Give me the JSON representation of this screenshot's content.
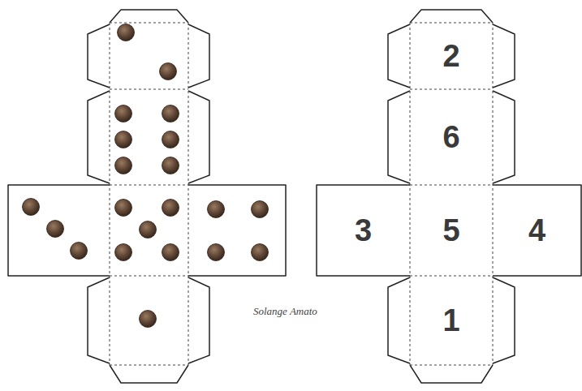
{
  "diagram": {
    "nodes": [
      {
        "text": [
          "2"
        ]
      },
      {
        "text": [
          "6"
        ]
      },
      {
        "text": [
          "3"
        ]
      },
      {
        "text": [
          "5"
        ]
      },
      {
        "text": [
          "4"
        ]
      },
      {
        "text": [
          "1"
        ]
      }
    ],
    "labels": [
      "Solange Amato"
    ]
  }
}
